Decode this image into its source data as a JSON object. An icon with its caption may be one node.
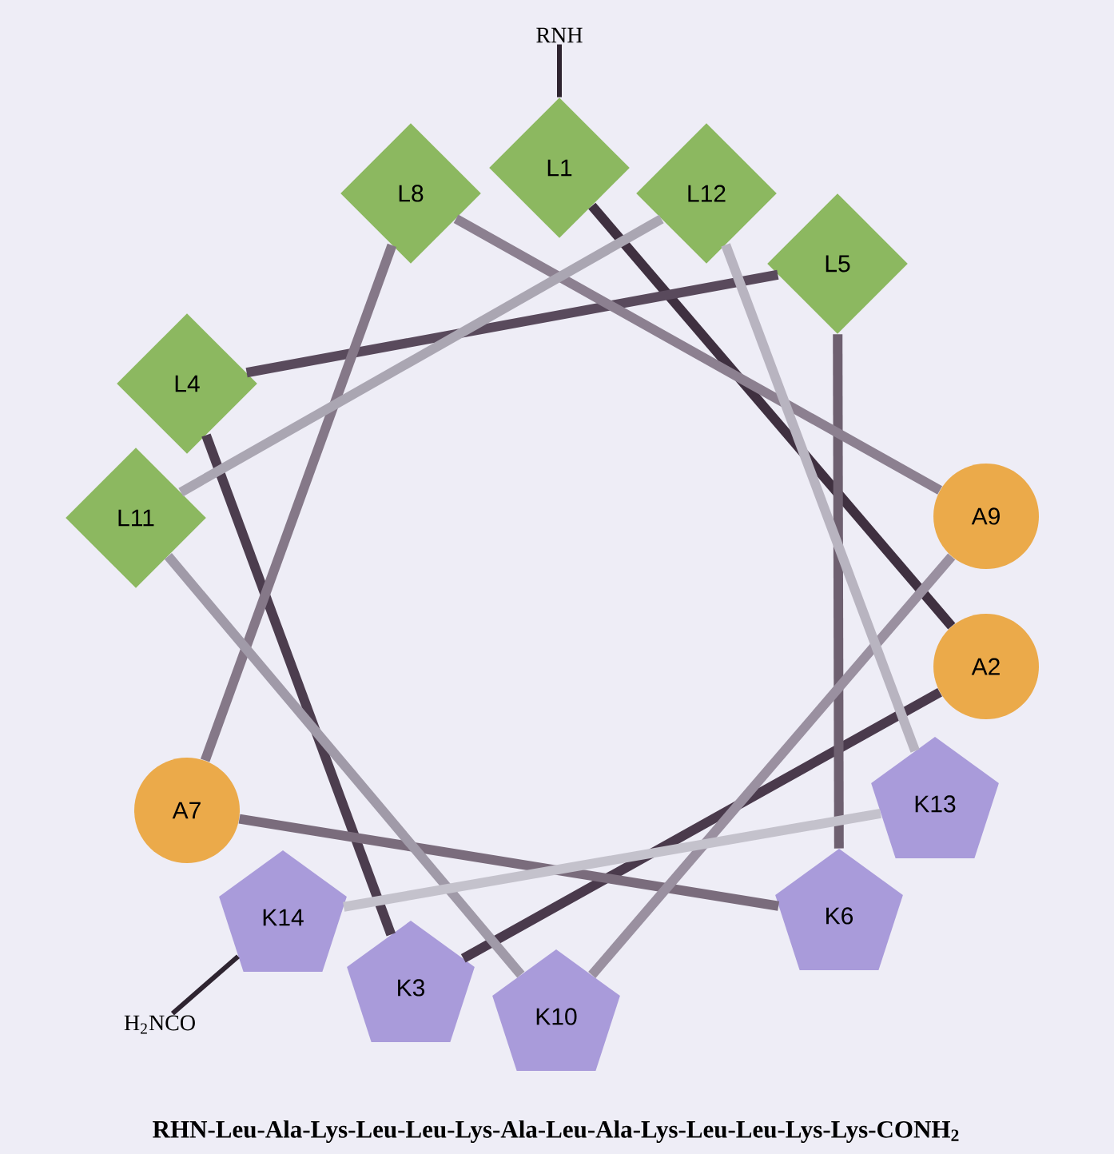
{
  "diagram": {
    "caption": "RHN-Leu-Ala-Lys-Leu-Leu-Lys-Ala-Leu-Ala-Lys-Leu-Leu-Lys-Lys-CONH$_{2}$",
    "nodes": [
      {
        "text": [
          "RNH"
        ]
      },
      {
        "text": [
          "L1"
        ]
      },
      {
        "text": [
          "A2"
        ]
      },
      {
        "text": [
          "K3"
        ]
      },
      {
        "text": [
          "L4"
        ]
      },
      {
        "text": [
          "L5"
        ]
      },
      {
        "text": [
          "K6"
        ]
      },
      {
        "text": [
          "A7"
        ]
      },
      {
        "text": [
          "L8"
        ]
      },
      {
        "text": [
          "A9"
        ]
      },
      {
        "text": [
          "K10"
        ]
      },
      {
        "text": [
          "L11"
        ]
      },
      {
        "text": [
          "L12"
        ]
      },
      {
        "text": [
          "K13"
        ]
      },
      {
        "text": [
          "K14"
        ]
      },
      {
        "text": [
          "H$_{2}$NCO"
        ]
      }
    ],
    "edges": [
      {
        "from": 0,
        "to": 1,
        "arrow": "none",
        "color": "#2e2430"
      },
      {
        "from": 1,
        "to": 2,
        "arrow": "none",
        "color": "#3f3040"
      },
      {
        "from": 2,
        "to": 3,
        "arrow": "none",
        "color": "#4a3a4c"
      },
      {
        "from": 3,
        "to": 4,
        "arrow": "none",
        "color": "#4c3d4e"
      },
      {
        "from": 4,
        "to": 5,
        "arrow": "none",
        "color": "#594a5c"
      },
      {
        "from": 5,
        "to": 6,
        "arrow": "none",
        "color": "#6e6070"
      },
      {
        "from": 6,
        "to": 7,
        "arrow": "none",
        "color": "#7a6c7c"
      },
      {
        "from": 7,
        "to": 8,
        "arrow": "none",
        "color": "#857888"
      },
      {
        "from": 8,
        "to": 9,
        "arrow": "none",
        "color": "#8c8090"
      },
      {
        "from": 9,
        "to": 10,
        "arrow": "none",
        "color": "#9a90a0"
      },
      {
        "from": 10,
        "to": 11,
        "arrow": "none",
        "color": "#a09aa8"
      },
      {
        "from": 11,
        "to": 12,
        "arrow": "none",
        "color": "#aaa6b2"
      },
      {
        "from": 12,
        "to": 13,
        "arrow": "none",
        "color": "#b8b4c0"
      },
      {
        "from": 13,
        "to": 14,
        "arrow": "none",
        "color": "#c4c2cc"
      },
      {
        "from": 14,
        "to": 15,
        "arrow": "none",
        "color": "#2e2430"
      }
    ]
  }
}
